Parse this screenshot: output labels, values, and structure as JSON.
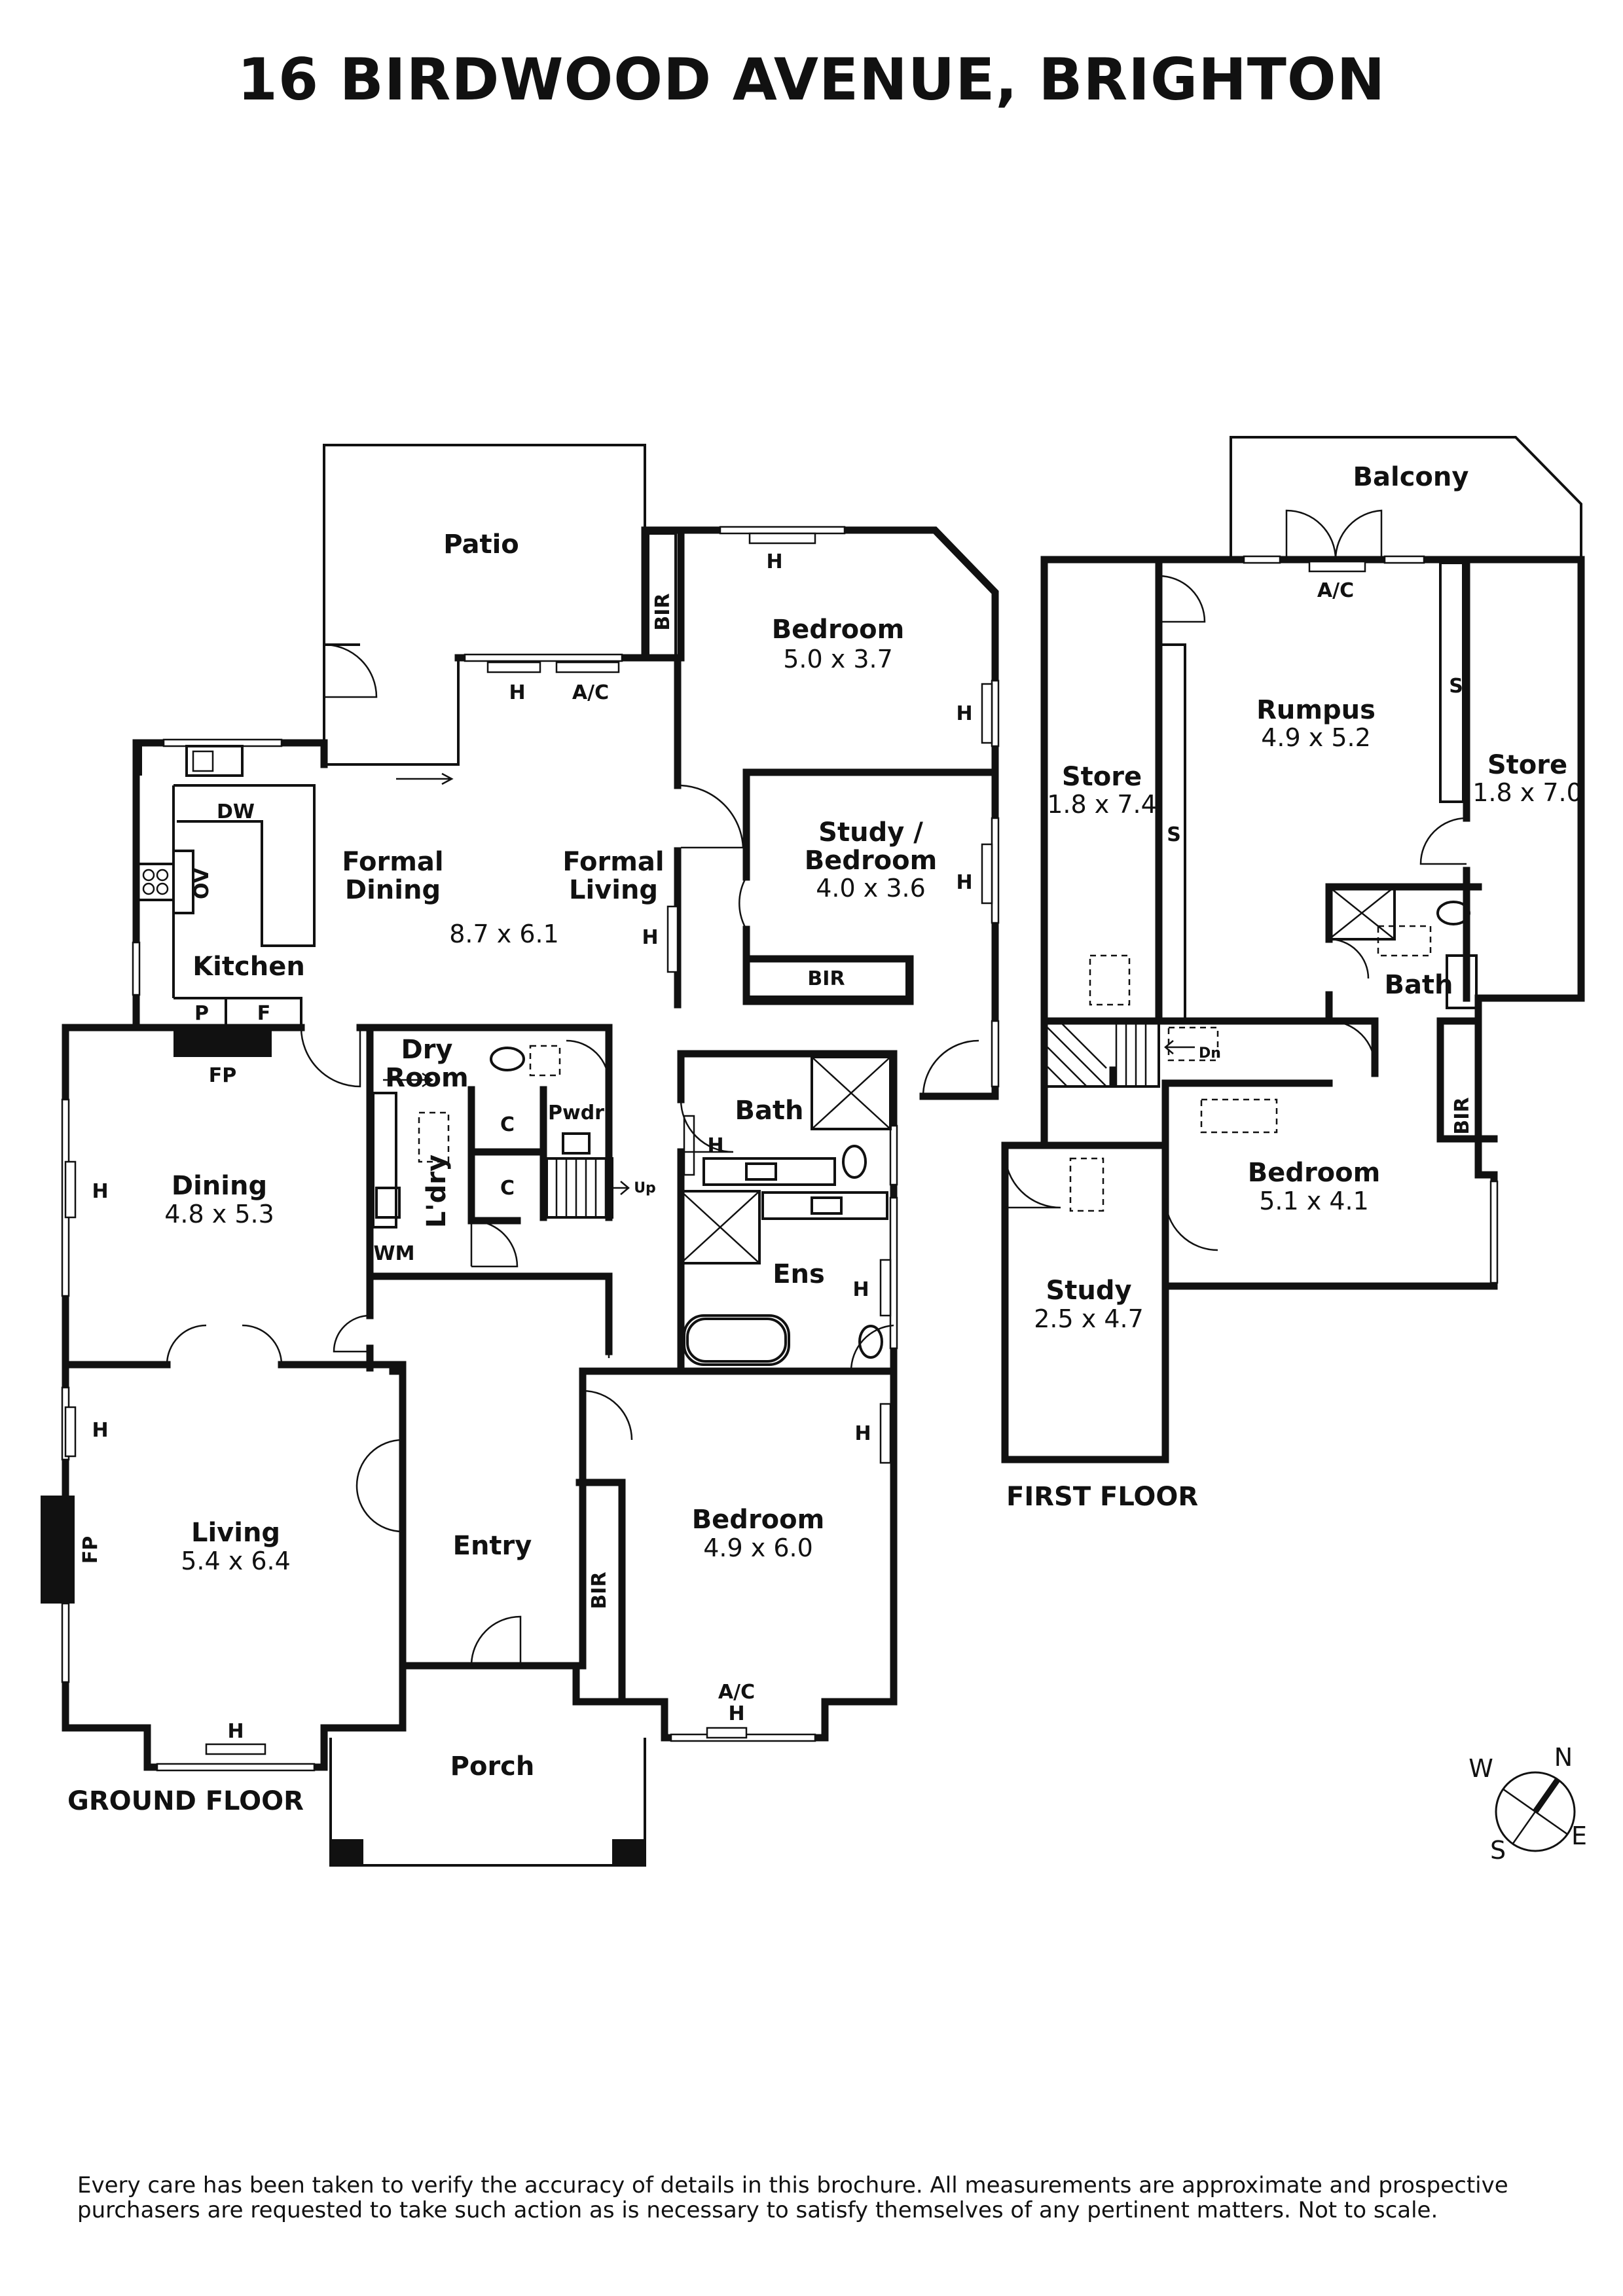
{
  "title": "16 BIRDWOOD AVENUE, BRIGHTON",
  "disclaimer": "Every care has been taken to verify the accuracy of details in this brochure. All measurements are approximate and prospective purchasers are requested to take such action as is necessary to satisfy themselves of any pertinent matters. Not to scale.",
  "floors": {
    "ground": "GROUND FLOOR",
    "first": "FIRST FLOOR"
  },
  "compass": {
    "n": "N",
    "s": "S",
    "e": "E",
    "w": "W"
  },
  "ground_rooms": {
    "patio": "Patio",
    "bedroom1": {
      "name": "Bedroom",
      "dims": "5.0 x 3.7"
    },
    "study_bedroom": {
      "name1": "Study /",
      "name2": "Bedroom",
      "dims": "4.0 x 3.6"
    },
    "formal_dining": {
      "name1": "Formal",
      "name2": "Dining"
    },
    "formal_living": {
      "name1": "Formal",
      "name2": "Living"
    },
    "formal_dims": "8.7 x 6.1",
    "kitchen": "Kitchen",
    "dry_room": {
      "name1": "Dry",
      "name2": "Room"
    },
    "laundry": "L'dry",
    "powder": "Pwdr",
    "bath": "Bath",
    "dining": {
      "name": "Dining",
      "dims": "4.8 x 5.3"
    },
    "ensuite": "Ens",
    "living": {
      "name": "Living",
      "dims": "5.4 x 6.4"
    },
    "entry": "Entry",
    "bedroom2": {
      "name": "Bedroom",
      "dims": "4.9 x 6.0"
    },
    "porch": "Porch"
  },
  "ground_fixtures": {
    "bir_top": "BIR",
    "h_bed_top": "H",
    "h_bed_right": "H",
    "h_patio": "H",
    "ac_patio": "A/C",
    "dw": "DW",
    "ov": "OV",
    "h_study": "H",
    "bir_study": "BIR",
    "h_living_formal": "H",
    "p": "P",
    "f": "F",
    "fp_top": "FP",
    "c1": "C",
    "c2": "C",
    "up": "Up",
    "wm": "WM",
    "h_dining": "H",
    "h_bath": "H",
    "h_ens": "H",
    "h_living": "H",
    "fp_living": "FP",
    "h_bed2": "H",
    "bir_bed2": "BIR",
    "ac_bed2": "A/C",
    "h_bed2_bottom": "H",
    "h_living_bottom": "H"
  },
  "first_rooms": {
    "balcony": "Balcony",
    "rumpus": {
      "name": "Rumpus",
      "dims": "4.9 x 5.2"
    },
    "store_left": {
      "name": "Store",
      "dims": "1.8 x 7.4"
    },
    "store_right": {
      "name": "Store",
      "dims": "1.8 x 7.0"
    },
    "bath": "Bath",
    "bedroom": {
      "name": "Bedroom",
      "dims": "5.1 x 4.1"
    },
    "study": {
      "name": "Study",
      "dims": "2.5 x 4.7"
    }
  },
  "first_fixtures": {
    "ac": "A/C",
    "s_right": "S",
    "s_left": "S",
    "dn": "Dn",
    "bir": "BIR"
  }
}
